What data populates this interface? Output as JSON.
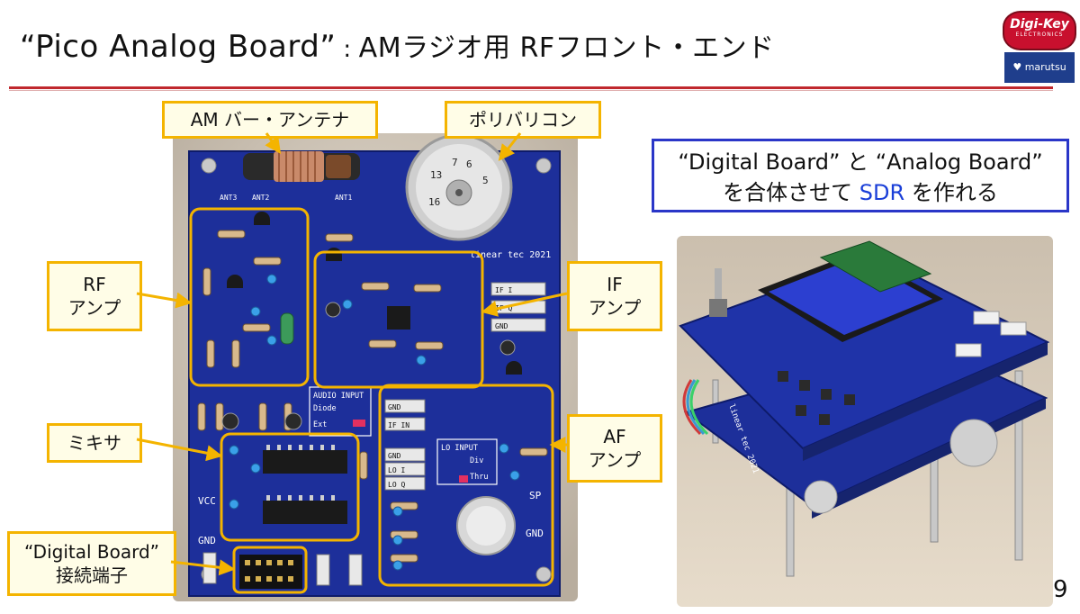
{
  "title": {
    "main": "“Pico Analog Board”",
    "separator": ":",
    "subtitle": "AMラジオ用 RFフロント・エンド"
  },
  "logos": {
    "digikey": "Digi-Key",
    "digikey_sub": "ELECTRONICS",
    "marutsu": "marutsu"
  },
  "callouts": {
    "antenna": "AM バー・アンテナ",
    "varicon": "ポリバリコン",
    "rf_amp": [
      "RF",
      "アンプ"
    ],
    "if_amp": [
      "IF",
      "アンプ"
    ],
    "mixer": "ミキサ",
    "af_amp": [
      "AF",
      "アンプ"
    ],
    "connector": [
      "“Digital Board”",
      "接続端子"
    ]
  },
  "note": {
    "line1": "“Digital Board” と “Analog Board”",
    "line2_pre": "を合体させて ",
    "line2_sdr": "SDR",
    "line2_post": " を作れる"
  },
  "board_silkscreen": {
    "brand": "linear tec 2021",
    "audio_input": "AUDIO INPUT",
    "diode": "Diode",
    "ext": "Ext",
    "lo_input": "LO INPUT",
    "div": "Div",
    "thru": "Thru",
    "vcc": "VCC",
    "gnd": "GND",
    "sp": "SP",
    "if_i": "IF I",
    "if_q": "IF Q",
    "if_in": "IF IN",
    "lo_i": "LO I",
    "lo_q": "LO Q",
    "ant": [
      "ANT3",
      "ANT2",
      "ANT1"
    ],
    "dial": [
      "13",
      "16",
      "7",
      "6",
      "5"
    ]
  },
  "page_number": "9",
  "colors": {
    "accent_red": "#c0282d",
    "callout_border": "#f4b400",
    "note_border": "#2a36c8",
    "sdr_blue": "#1a3fd8",
    "pcb_blue": "#1d2f9a"
  }
}
